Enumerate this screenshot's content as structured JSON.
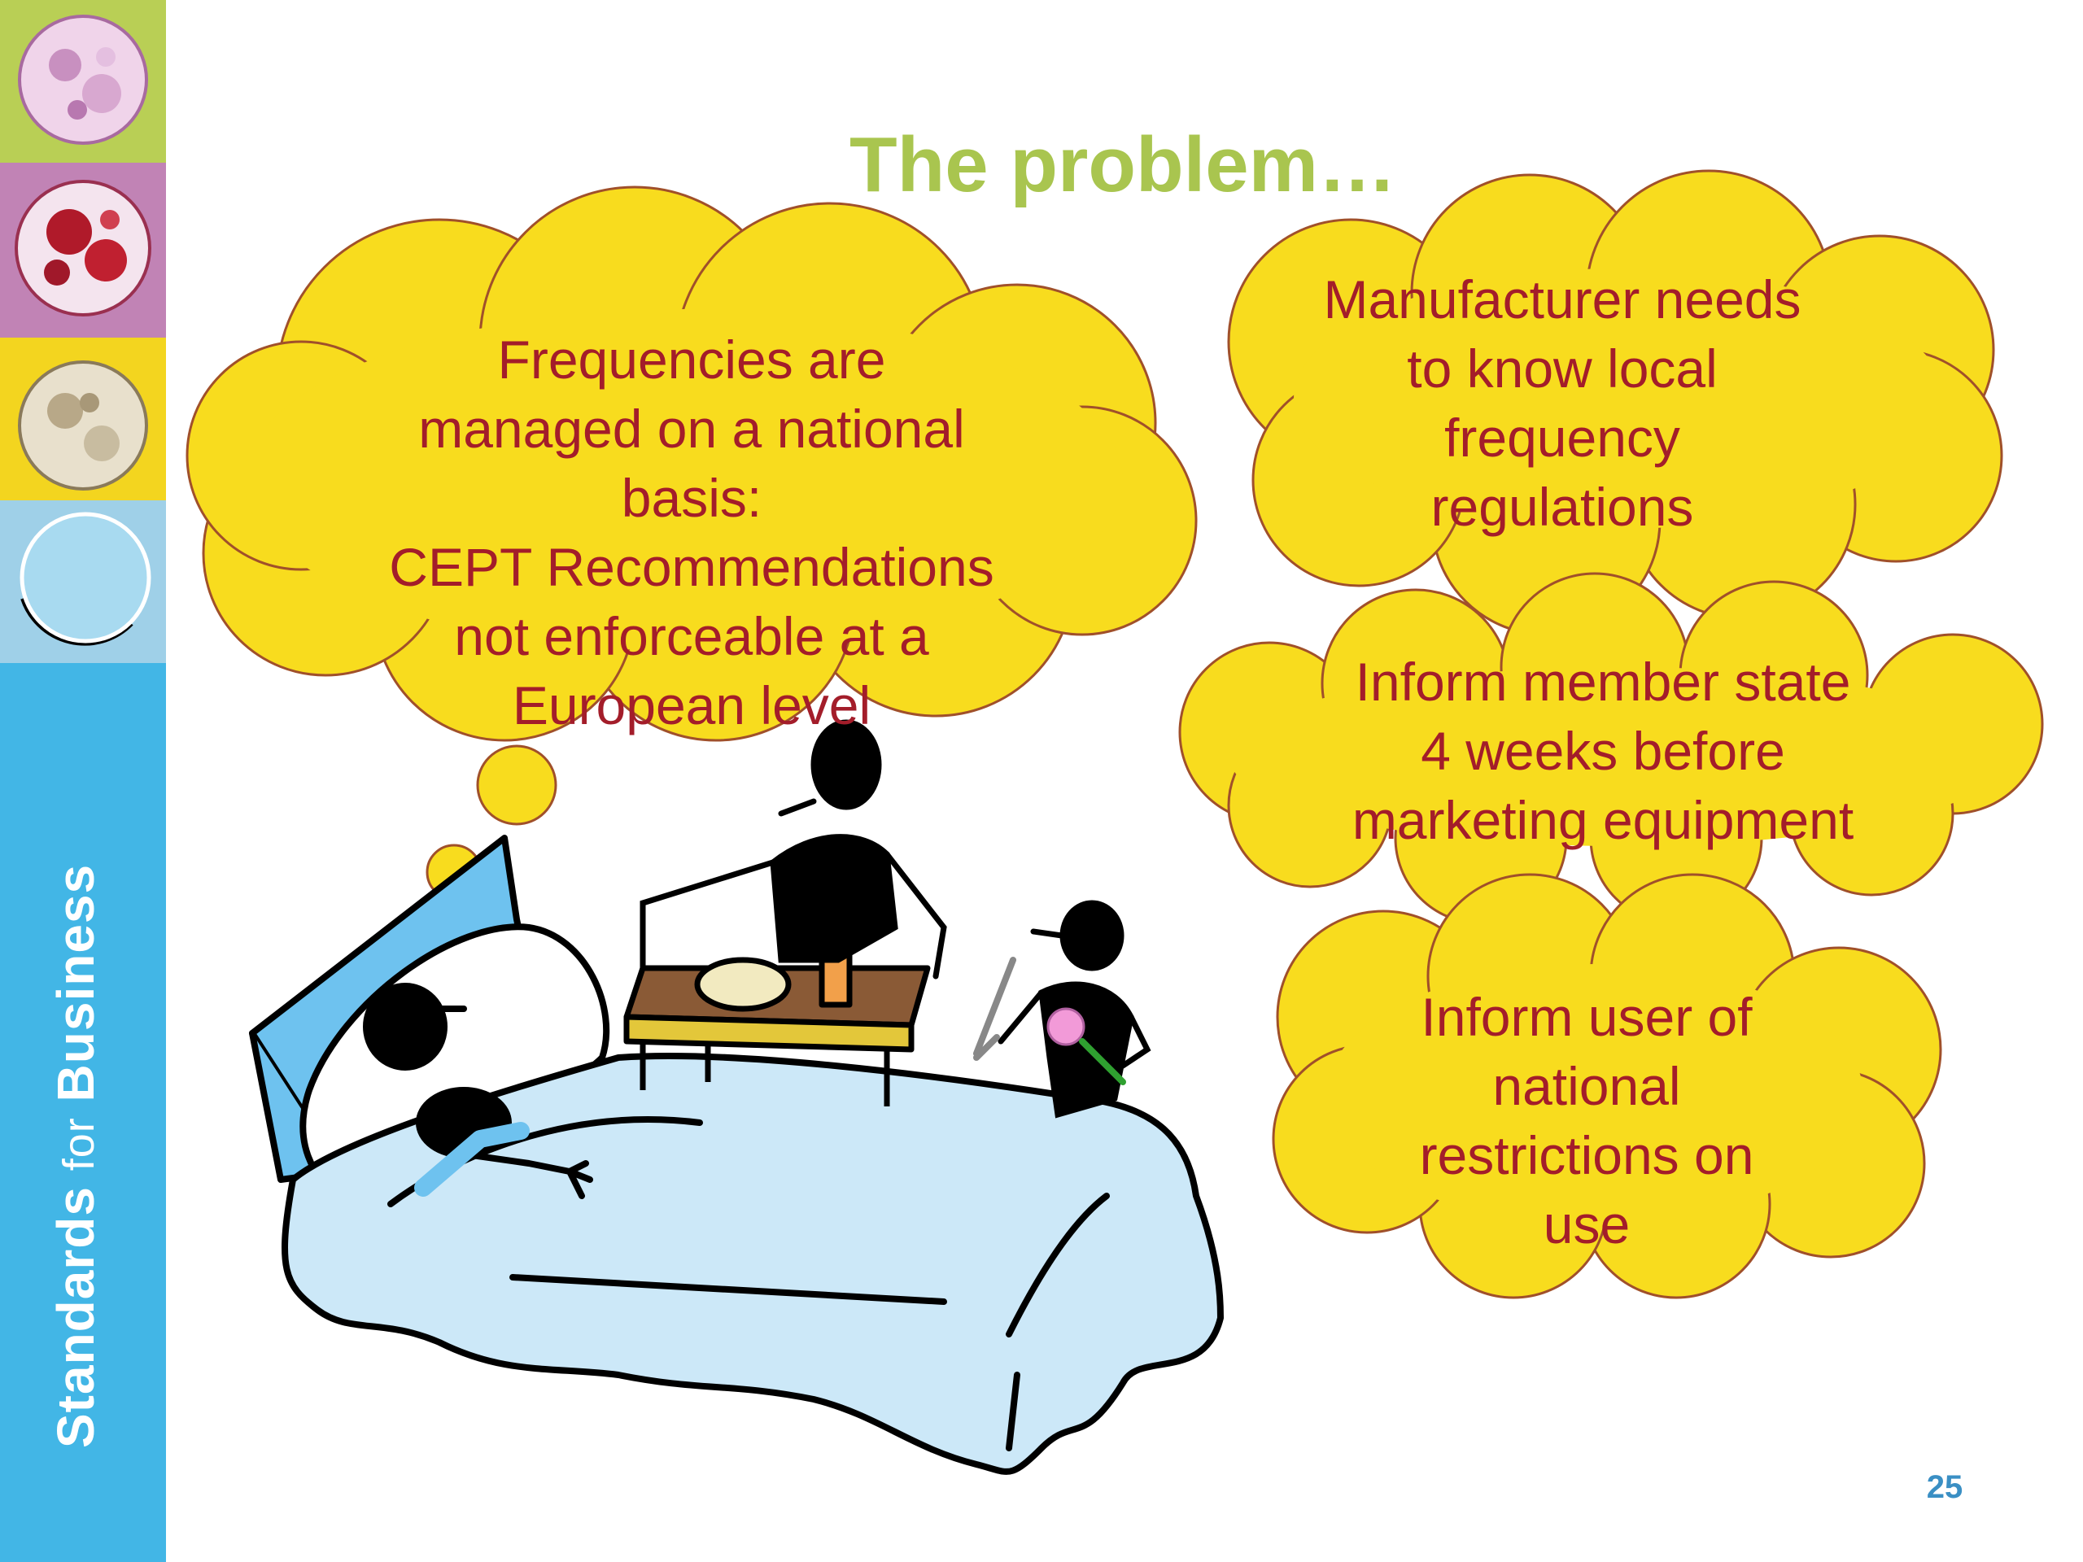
{
  "sidebar": {
    "brand_main": "Standards",
    "brand_for": "for",
    "brand_end": "Business"
  },
  "slide": {
    "title": "The problem…",
    "page_number": "25"
  },
  "bubbles": [
    {
      "lines": [
        "Frequencies are",
        "managed on a national",
        "basis:",
        "CEPT Recommendations",
        "not enforceable at a",
        "European level"
      ]
    },
    {
      "lines": [
        "Manufacturer needs",
        "to know local",
        "frequency",
        "regulations"
      ]
    },
    {
      "lines": [
        "Inform member state",
        "4 weeks before",
        "marketing equipment"
      ]
    },
    {
      "lines": [
        "Inform user of",
        "national",
        "restrictions on",
        "use"
      ]
    }
  ],
  "colors": {
    "sidebar": "#42b6e6",
    "title": "#a9c54f",
    "bubble_fill": "#f8dc1e",
    "bubble_text": "#a31d2a",
    "page_number": "#3a8fc4"
  }
}
